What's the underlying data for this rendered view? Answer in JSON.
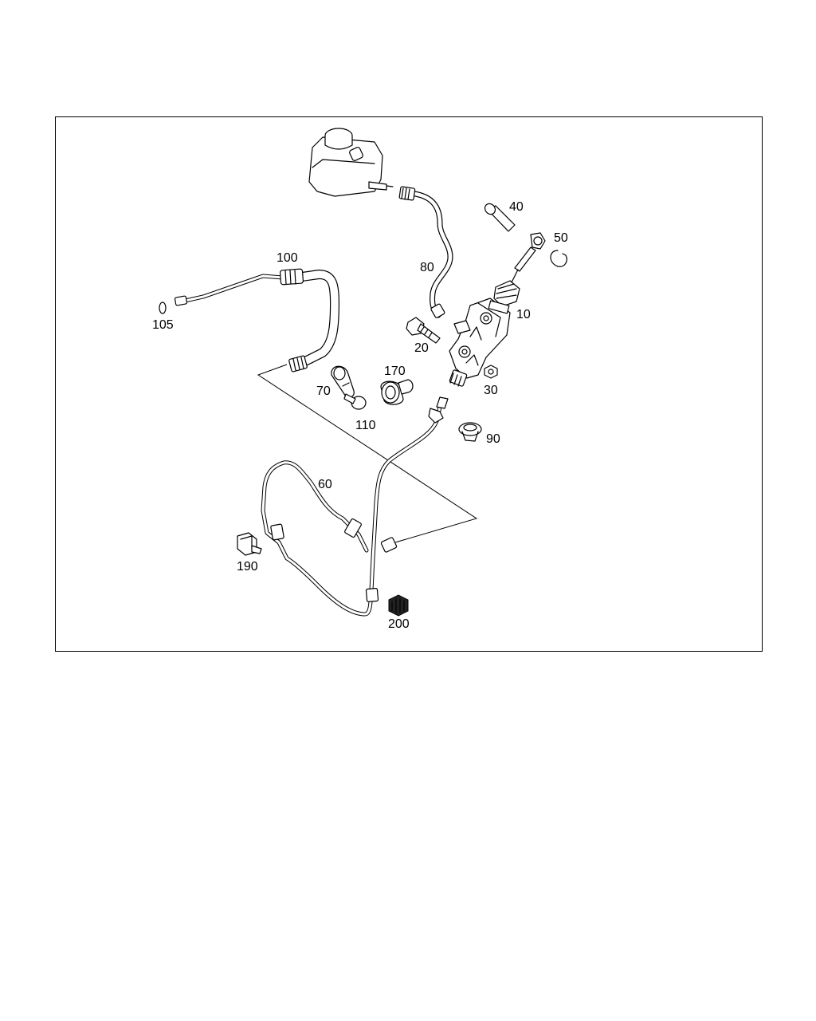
{
  "diagram": {
    "labels": {
      "p10": "10",
      "p20": "20",
      "p30": "30",
      "p40": "40",
      "p50": "50",
      "p60": "60",
      "p70": "70",
      "p80": "80",
      "p90": "90",
      "p100": "100",
      "p105": "105",
      "p110": "110",
      "p170": "170",
      "p190": "190",
      "p200": "200"
    }
  }
}
